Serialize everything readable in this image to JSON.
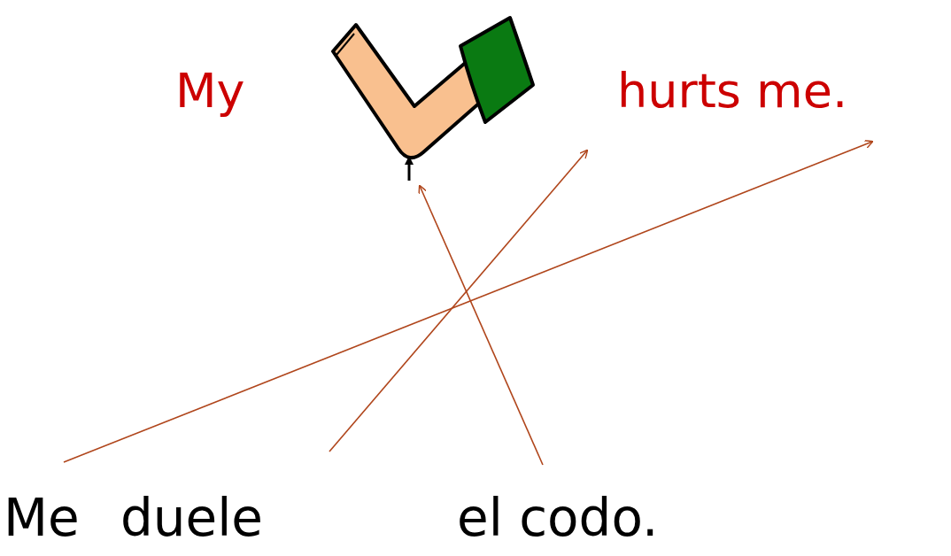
{
  "diagram": {
    "labels": [
      "My",
      "hurts me.",
      "Me",
      "duele",
      "el codo."
    ]
  }
}
